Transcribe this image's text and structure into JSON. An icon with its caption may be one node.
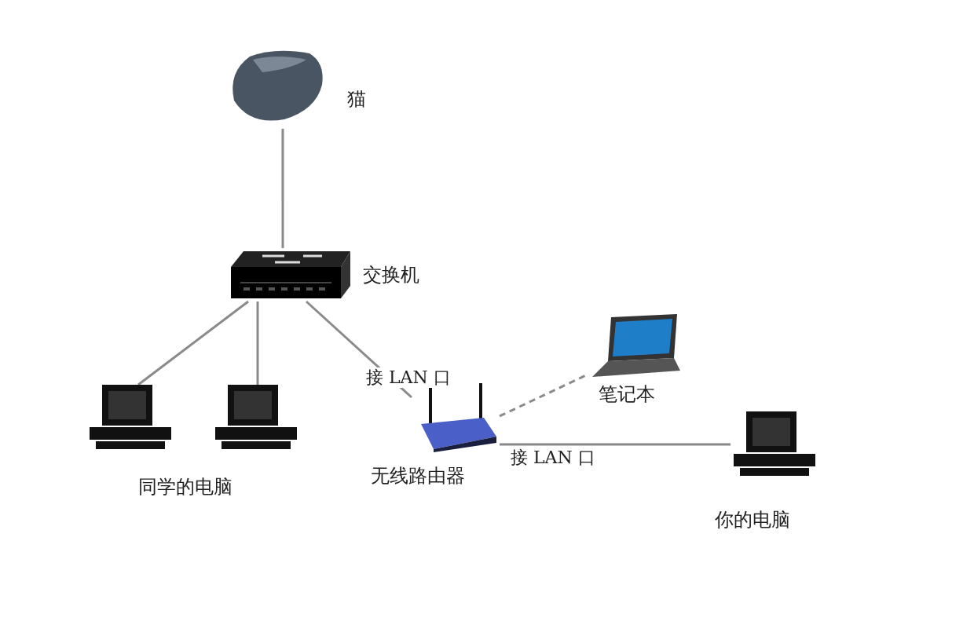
{
  "diagram": {
    "nodes": [
      {
        "text": [],
        "shape": "picture",
        "beside": [
          "猫"
        ]
      },
      {
        "text": [],
        "shape": "picture",
        "beside": [
          "交换机"
        ]
      },
      {
        "text": [],
        "shape": "picture"
      },
      {
        "text": [],
        "shape": "picture"
      },
      {
        "text": [],
        "shape": "picture",
        "beside": [
          "无线路由器"
        ]
      },
      {
        "text": [],
        "shape": "picture",
        "beside": [
          "笔记本"
        ]
      },
      {
        "text": [],
        "shape": "picture",
        "beside": [
          "你的电脑"
        ]
      }
    ],
    "edges": [
      {
        "from": 0,
        "to": 1,
        "arrow": "none"
      },
      {
        "from": 1,
        "to": 2,
        "arrow": "none"
      },
      {
        "from": 1,
        "to": 3,
        "arrow": "none"
      },
      {
        "from": 1,
        "to": 4,
        "arrow": "none",
        "label": "接 LAN 口"
      },
      {
        "from": 4,
        "to": 5,
        "arrow": "none",
        "style": "dashed"
      },
      {
        "from": 4,
        "to": 6,
        "arrow": "none",
        "label": "接 LAN 口"
      }
    ],
    "labels": [
      "同学的电脑"
    ]
  }
}
